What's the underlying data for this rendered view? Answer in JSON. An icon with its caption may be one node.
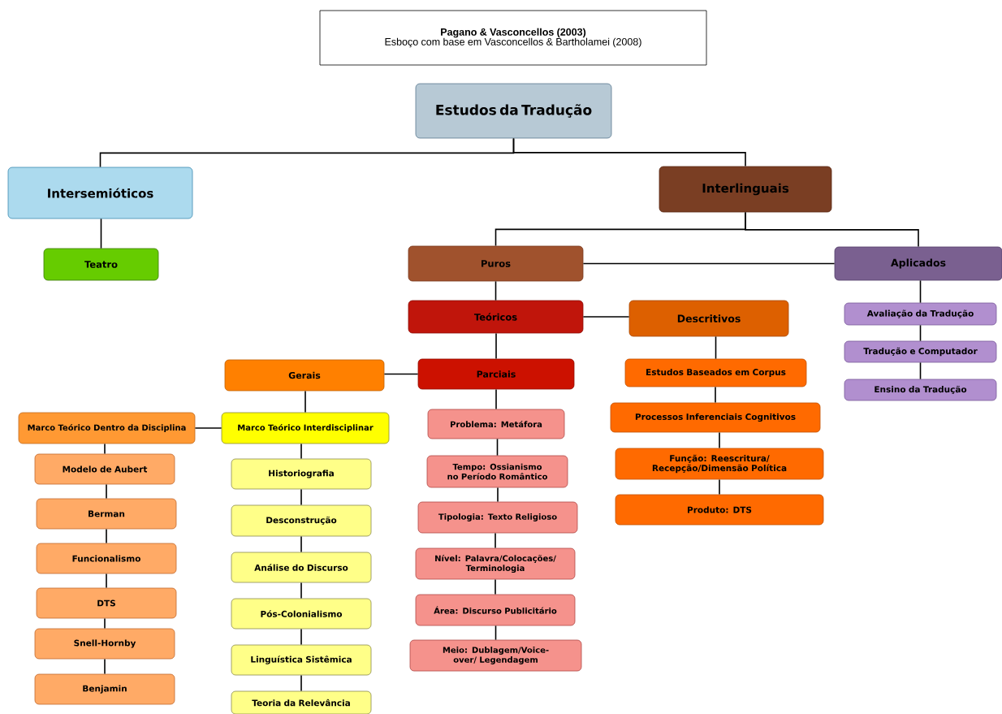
{
  "diagram": {
    "nodes": [
      {
        "text": [
          "Pagano & Vasconcellos (2003)",
          "Esboço com base em Vasconcellos & Bartholamei (2008)"
        ]
      },
      {
        "text": [
          "Estudos da Tradução"
        ]
      },
      {
        "text": [
          "Intersemióticos"
        ]
      },
      {
        "text": [
          "Interlinguais"
        ]
      },
      {
        "text": [
          "Teatro"
        ]
      },
      {
        "text": [
          "Puros"
        ]
      },
      {
        "text": [
          "Aplicados"
        ]
      },
      {
        "text": [
          "Teóricos"
        ]
      },
      {
        "text": [
          "Descritivos"
        ]
      },
      {
        "text": [
          "Avaliação da Tradução"
        ]
      },
      {
        "text": [
          "Tradução e Computador"
        ]
      },
      {
        "text": [
          "Ensino da Tradução"
        ]
      },
      {
        "text": [
          "Gerais"
        ]
      },
      {
        "text": [
          "Parciais"
        ]
      },
      {
        "text": [
          "Estudos Baseados em Corpus"
        ]
      },
      {
        "text": [
          "Processos Inferenciais Cognitivos"
        ]
      },
      {
        "text": [
          "Função: Reescritura/ Recepção/Dimensão Política"
        ]
      },
      {
        "text": [
          "Produto: DTS"
        ]
      },
      {
        "text": [
          "Marco Teórico Dentro da Disciplina"
        ]
      },
      {
        "text": [
          "Marco Teórico Interdisciplinar"
        ]
      },
      {
        "text": [
          "Problema: Metáfora"
        ]
      },
      {
        "text": [
          "Tempo: Ossianismo no Período Romântico"
        ]
      },
      {
        "text": [
          "Tipologia: Texto Religioso"
        ]
      },
      {
        "text": [
          "Nível: Palavra/Colocações/ Terminologia"
        ]
      },
      {
        "text": [
          "Área: Discurso Publicitário"
        ]
      },
      {
        "text": [
          "Meio: Dublagem/Voice-over/ Legendagem"
        ]
      },
      {
        "text": [
          "Modelo de Aubert"
        ]
      },
      {
        "text": [
          "Berman"
        ]
      },
      {
        "text": [
          "Funcionalismo"
        ]
      },
      {
        "text": [
          "DTS"
        ]
      },
      {
        "text": [
          "Snell-Hornby"
        ]
      },
      {
        "text": [
          "Benjamin"
        ]
      },
      {
        "text": [
          "Historiografia"
        ]
      },
      {
        "text": [
          "Desconstrução"
        ]
      },
      {
        "text": [
          "Análise do Discurso"
        ]
      },
      {
        "text": [
          "Pós-Colonialismo"
        ]
      },
      {
        "text": [
          "Linguística Sistêmica"
        ]
      },
      {
        "text": [
          "Teoria da Relevância"
        ]
      }
    ],
    "edges": [
      {
        "from": 1,
        "to": 2,
        "arrow": "none"
      },
      {
        "from": 1,
        "to": 3,
        "arrow": "none"
      },
      {
        "from": 2,
        "to": 4,
        "arrow": "none"
      },
      {
        "from": 3,
        "to": 5,
        "arrow": "none"
      },
      {
        "from": 3,
        "to": 6,
        "arrow": "none"
      },
      {
        "from": 5,
        "to": 6,
        "arrow": "none"
      },
      {
        "from": 5,
        "to": 7,
        "arrow": "none"
      },
      {
        "from": 7,
        "to": 8,
        "arrow": "none"
      },
      {
        "from": 6,
        "to": 9,
        "arrow": "none"
      },
      {
        "from": 9,
        "to": 10,
        "arrow": "none"
      },
      {
        "from": 10,
        "to": 11,
        "arrow": "none"
      },
      {
        "from": 7,
        "to": 13,
        "arrow": "none"
      },
      {
        "from": 13,
        "to": 12,
        "arrow": "none"
      },
      {
        "from": 8,
        "to": 14,
        "arrow": "none"
      },
      {
        "from": 14,
        "to": 15,
        "arrow": "none"
      },
      {
        "from": 15,
        "to": 16,
        "arrow": "none"
      },
      {
        "from": 16,
        "to": 17,
        "arrow": "none"
      },
      {
        "from": 12,
        "to": 19,
        "arrow": "none"
      },
      {
        "from": 19,
        "to": 18,
        "arrow": "none"
      },
      {
        "from": 13,
        "to": 20,
        "arrow": "none"
      },
      {
        "from": 20,
        "to": 21,
        "arrow": "none"
      },
      {
        "from": 21,
        "to": 22,
        "arrow": "none"
      },
      {
        "from": 22,
        "to": 23,
        "arrow": "none"
      },
      {
        "from": 23,
        "to": 24,
        "arrow": "none"
      },
      {
        "from": 24,
        "to": 25,
        "arrow": "none"
      },
      {
        "from": 18,
        "to": 26,
        "arrow": "none"
      },
      {
        "from": 26,
        "to": 27,
        "arrow": "none"
      },
      {
        "from": 27,
        "to": 28,
        "arrow": "none"
      },
      {
        "from": 28,
        "to": 29,
        "arrow": "none"
      },
      {
        "from": 29,
        "to": 30,
        "arrow": "none"
      },
      {
        "from": 30,
        "to": 31,
        "arrow": "none"
      },
      {
        "from": 19,
        "to": 32,
        "arrow": "none"
      },
      {
        "from": 32,
        "to": 33,
        "arrow": "none"
      },
      {
        "from": 33,
        "to": 34,
        "arrow": "none"
      },
      {
        "from": 34,
        "to": 35,
        "arrow": "none"
      },
      {
        "from": 35,
        "to": 36,
        "arrow": "none"
      },
      {
        "from": 36,
        "to": 37,
        "arrow": "none"
      }
    ]
  }
}
